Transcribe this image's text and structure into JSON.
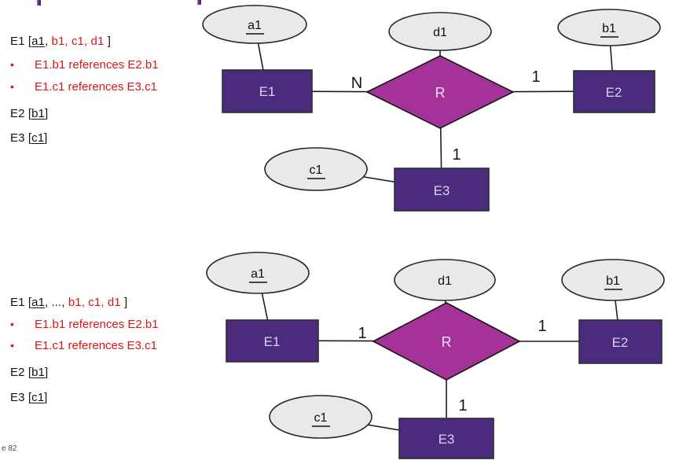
{
  "footer": {
    "text": "e 82"
  },
  "bullet_char": "•",
  "colors": {
    "entity_fill": "#4b2b7e",
    "relationship_fill": "#a43299",
    "attribute_fill": "#e9e9e9",
    "reference_text": "#d91616",
    "title_fragment": "#43307f"
  },
  "top": {
    "schema": {
      "e1_prefix": "E1 [",
      "e1_key": "a1",
      "e1_mid": ", ",
      "e1_fks": "b1, c1, d1",
      "e1_suffix": " ]",
      "ref1": "E1.b1 references E2.b1",
      "ref2": "E1.c1 references E3.c1",
      "e2_prefix": "E2 [",
      "e2_key": "b1",
      "e2_suffix": "]",
      "e3_prefix": "E3 [",
      "e3_key": "c1",
      "e3_suffix": "]"
    },
    "diagram": {
      "e1": "E1",
      "e2": "E2",
      "e3": "E3",
      "r": "R",
      "a1": "a1",
      "b1": "b1",
      "c1": "c1",
      "d1": "d1",
      "card_e1": "N",
      "card_e2": "1",
      "card_e3": "1"
    }
  },
  "bottom": {
    "schema": {
      "e1_prefix": "E1 [",
      "e1_key": "a1",
      "e1_mid": ", ..., ",
      "e1_fks": "b1, c1, d1",
      "e1_suffix": " ]",
      "ref1": "E1.b1 references E2.b1",
      "ref2": "E1.c1 references E3.c1",
      "e2_prefix": "E2 [",
      "e2_key": "b1",
      "e2_suffix": "]",
      "e3_prefix": "E3 [",
      "e3_key": "c1",
      "e3_suffix": "]"
    },
    "diagram": {
      "e1": "E1",
      "e2": "E2",
      "e3": "E3",
      "r": "R",
      "a1": "a1",
      "b1": "b1",
      "c1": "c1",
      "d1": "d1",
      "card_e1": "1",
      "card_e2": "1",
      "card_e3": "1"
    }
  }
}
